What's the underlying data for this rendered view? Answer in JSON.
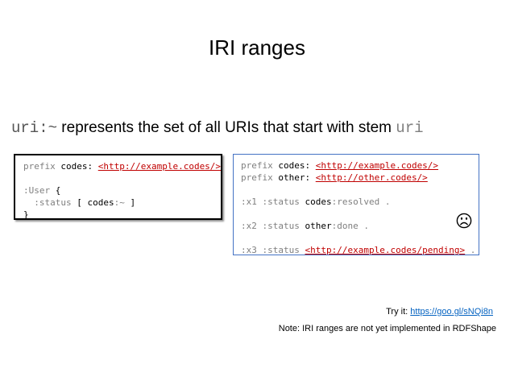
{
  "title": "IRI ranges",
  "description": {
    "prefix_code": "uri:~",
    "text": " represents the set of all URIs that start with stem ",
    "suffix_code": "uri"
  },
  "left_box": {
    "line1": {
      "kw": "prefix",
      "name": " codes:",
      "space": " ",
      "iri": "<http://example.codes/>"
    },
    "line3": {
      "a": ":User",
      "b": " {"
    },
    "line4": {
      "indent": "  ",
      "a": ":status",
      "b": " [ codes",
      "c": ":~",
      "d": " ]"
    },
    "line5": "}"
  },
  "right_box": {
    "line1": {
      "kw": "prefix",
      "name": " codes:",
      "space": " ",
      "iri": "<http://example.codes/>"
    },
    "line2": {
      "kw": "prefix",
      "name": " other:",
      "space": " ",
      "iri": "<http://other.codes/>"
    },
    "line4": {
      "a": ":x1",
      "b": " :status",
      "c": " codes",
      "d": ":resolved",
      "e": " ."
    },
    "line6": {
      "a": ":x2",
      "b": " :status",
      "c": " other",
      "d": ":done",
      "e": " ."
    },
    "line8": {
      "a": ":x3",
      "b": " :status",
      "c": " ",
      "iri": "<http://example.codes/pending>",
      "e": " ."
    }
  },
  "icons": {
    "sad_face": "frown-face-icon"
  },
  "try_it": {
    "label": "Try it: ",
    "link": "https://goo.gl/sNQi8n"
  },
  "note": "Note: IRI ranges are not yet implemented in RDFShape",
  "colors": {
    "keyword": "#7f7f7f",
    "iri": "#c00000",
    "box_border": "#4472c4",
    "link": "#0563c1"
  }
}
